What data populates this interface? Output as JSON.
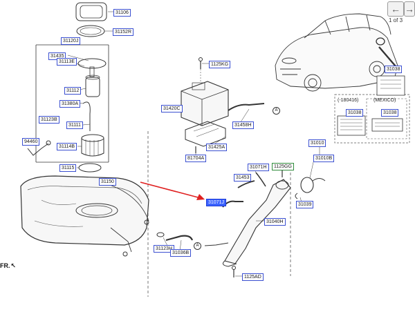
{
  "nav": {
    "prev_icon": "arrow-left-icon",
    "next_icon": "arrow-right-icon",
    "pager_text": "1 of 3"
  },
  "labels": {
    "l31106": "31106",
    "l31152r": "31152R",
    "l31120j": "31120J",
    "l31435": "31435",
    "l31113e": "31113E",
    "l31112": "31112",
    "l31380a": "31380A",
    "l31123b": "31123B",
    "l31111": "31111",
    "l31114b": "31114B",
    "l94460": "94460",
    "l31115": "31115",
    "l31150": "31150",
    "l1125kg": "1125KG",
    "l31420c": "31420C",
    "l31458h": "31458H",
    "l31425a": "31425A",
    "l81704a": "81704A",
    "l31071h": "31071H",
    "l1125gg": "1125GG",
    "l31453": "31453",
    "l31071j": "31071J",
    "l31010": "31010",
    "l31010b": "31010B",
    "l31039": "31039",
    "l31040h": "31040H",
    "l31123h": "31123H",
    "l31036b": "31036B",
    "l1125ad": "1125AD",
    "l31038a": "31038",
    "l31038b": "31038",
    "l31038c": "31038",
    "note_180416": "(-180416)",
    "note_mexico": "(MEXICO)",
    "fr": "FR.",
    "circle_a": "A"
  },
  "colors": {
    "label_border": "#3a4fd0",
    "highlight_bg": "#3b63ff",
    "arrow": "#e02020"
  }
}
